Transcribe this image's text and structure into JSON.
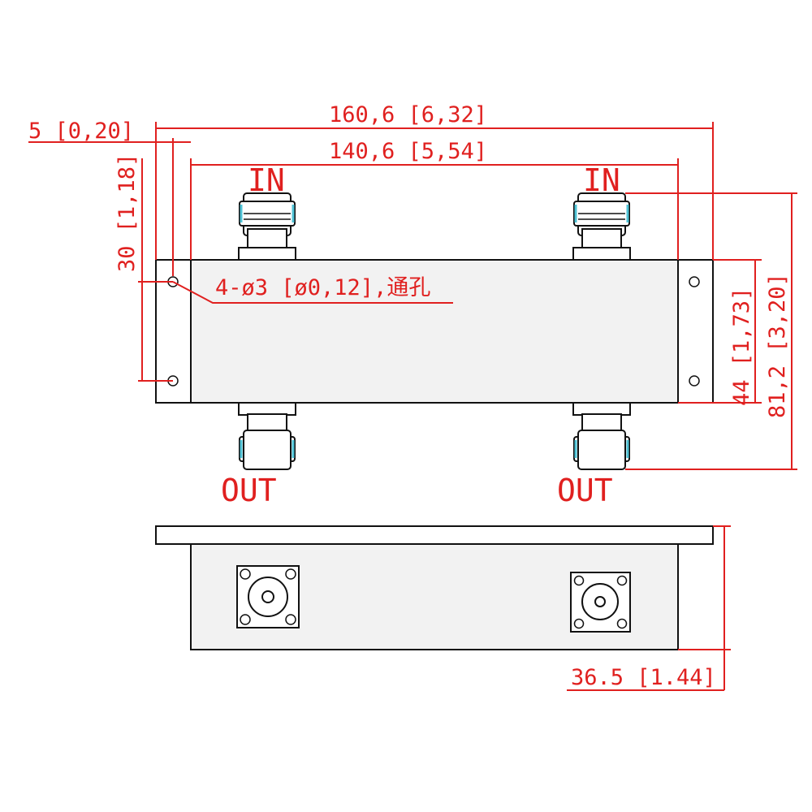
{
  "dimensions": {
    "overall_width": "160,6 [6,32]",
    "body_width": "140,6 [5,54]",
    "flange_margin": "5 [0,20]",
    "hole_spacing": "30 [1,18]",
    "mount_holes": "4-ø3 [ø0,12],通孔",
    "body_height": "44 [1,73]",
    "overall_height": "81,2 [3,20]",
    "depth": "36.5 [1.44]"
  },
  "ports": {
    "in_left": "IN",
    "in_right": "IN",
    "out_left": "OUT",
    "out_right": "OUT"
  },
  "colors": {
    "dimension": "#e0201f",
    "outline": "#111111",
    "body_fill": "#f2f2f2",
    "connector_ring": "#4fc3d6"
  }
}
